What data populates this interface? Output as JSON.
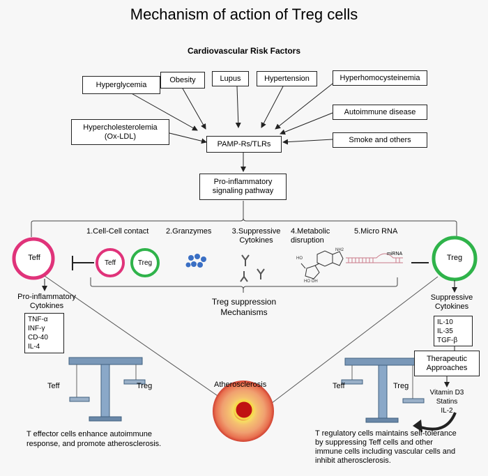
{
  "title": "Mechanism of action  of Treg cells",
  "risk_header": "Cardiovascular Risk Factors",
  "risk_factors": {
    "hyperglycemia": "Hyperglycemia",
    "obesity": "Obesity",
    "lupus": "Lupus",
    "hypertension": "Hypertension",
    "hyperhomocysteinemia": "Hyperhomocysteinemia",
    "autoimmune": "Autoimmune disease",
    "hyperchol_1": "Hypercholesterolemia",
    "hyperchol_2": "(Ox-LDL)",
    "smoke": "Smoke and others"
  },
  "pamp": "PAMP-Rs/TLRs",
  "pathway_1": "Pro-inflammatory",
  "pathway_2": "signaling pathway",
  "mechanisms": {
    "m1": "1.Cell-Cell contact",
    "m2": "2.Granzymes",
    "m3a": "3.Suppressive",
    "m3b": "Cytokines",
    "m4a": "4.Metabolic",
    "m4b": "disruption",
    "m5": "5.Micro RNA",
    "mirna": "miRNA",
    "nh2": "NH2",
    "oh1": "HO",
    "oh2": "HO OH",
    "suppression_1": "Treg suppression",
    "suppression_2": "Mechanisms"
  },
  "cells": {
    "teff": "Teff",
    "treg": "Treg"
  },
  "left": {
    "cyto_title_1": "Pro-inflammatory",
    "cyto_title_2": "Cytokines",
    "cytokines": [
      "TNF-α",
      "INF-γ",
      "CD-40",
      "IL-4"
    ],
    "scale_left": "Teff",
    "scale_right": "Treg",
    "caption_1": "T effector cells enhance autoimmune",
    "caption_2": "response, and promote atherosclerosis."
  },
  "right": {
    "cyto_title_1": "Suppressive",
    "cyto_title_2": "Cytokines",
    "cytokines": [
      "IL-10",
      "IL-35",
      "TGF-β"
    ],
    "therapy_1": "Therapeutic",
    "therapy_2": "Approaches",
    "therapies": [
      "Vitamin D3",
      "Statins",
      "IL-2"
    ],
    "scale_left": "Teff",
    "scale_right": "Treg",
    "caption_1": "T regulatory cells maintains self-tolerance",
    "caption_2": "by suppressing Teff  cells and other",
    "caption_3": "immune cells including vascular cells and",
    "caption_4": "inhibit atherosclerosis."
  },
  "atherosclerosis": "Atherosclerosis",
  "colors": {
    "teff_ring": "#e0337a",
    "treg_ring": "#2fb34a",
    "granzyme": "#3a6fc4",
    "plaque_red": "#d01818",
    "plaque_orange": "#f0a060"
  }
}
